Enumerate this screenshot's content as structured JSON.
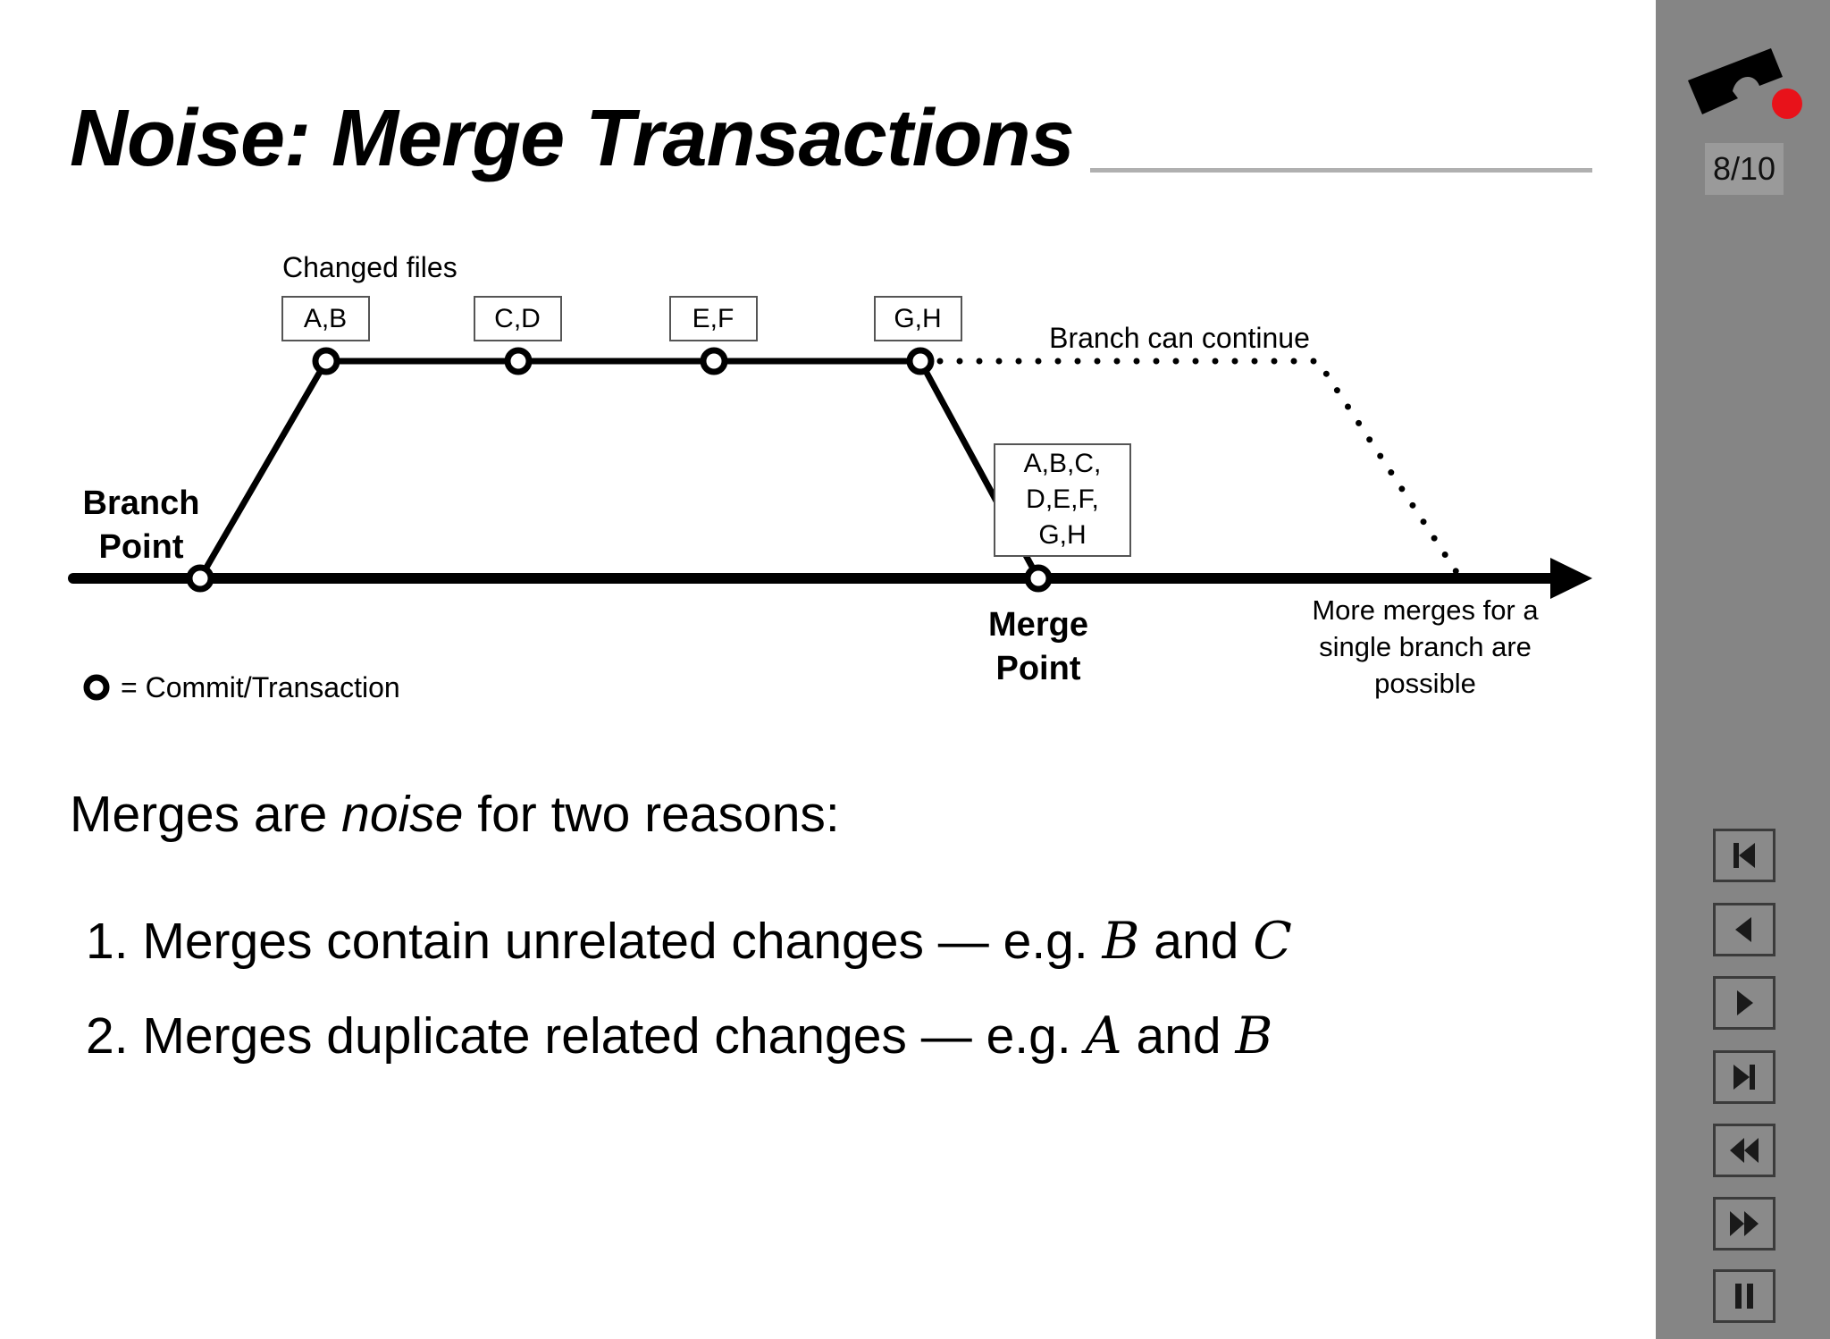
{
  "slide": {
    "title": "Noise: Merge Transactions",
    "intro": {
      "before": "Merges are ",
      "emphasis": "noise",
      "after": " for two reasons:"
    },
    "reasons": [
      {
        "prefix": "1. Merges contain unrelated changes — e.g. ",
        "var1": "B",
        "mid": " and ",
        "var2": "C"
      },
      {
        "prefix": "2. Merges duplicate related changes — e.g. ",
        "var1": "A",
        "mid": " and ",
        "var2": "B"
      }
    ]
  },
  "diagram": {
    "changed_files_label": "Changed files",
    "commits": [
      {
        "files": "A,B"
      },
      {
        "files": "C,D"
      },
      {
        "files": "E,F"
      },
      {
        "files": "G,H"
      }
    ],
    "branch_can_continue": "Branch can continue",
    "merged_files": [
      "A,B,C,",
      "D,E,F,",
      "G,H"
    ],
    "branch_point": [
      "Branch",
      "Point"
    ],
    "merge_point": [
      "Merge",
      "Point"
    ],
    "more_merges": [
      "More merges for a",
      "single branch are",
      "possible"
    ],
    "legend": "= Commit/Transaction"
  },
  "sidebar": {
    "page_counter": "8/10",
    "nav": [
      {
        "icon": "first-page-icon"
      },
      {
        "icon": "previous-icon"
      },
      {
        "icon": "next-icon"
      },
      {
        "icon": "last-page-icon"
      },
      {
        "icon": "rewind-icon"
      },
      {
        "icon": "fast-forward-icon"
      },
      {
        "icon": "pause-icon"
      }
    ]
  },
  "colors": {
    "sidebar_bg": "#858585",
    "title_rule": "#b0b0b0",
    "logo_dot": "#e8121a"
  }
}
